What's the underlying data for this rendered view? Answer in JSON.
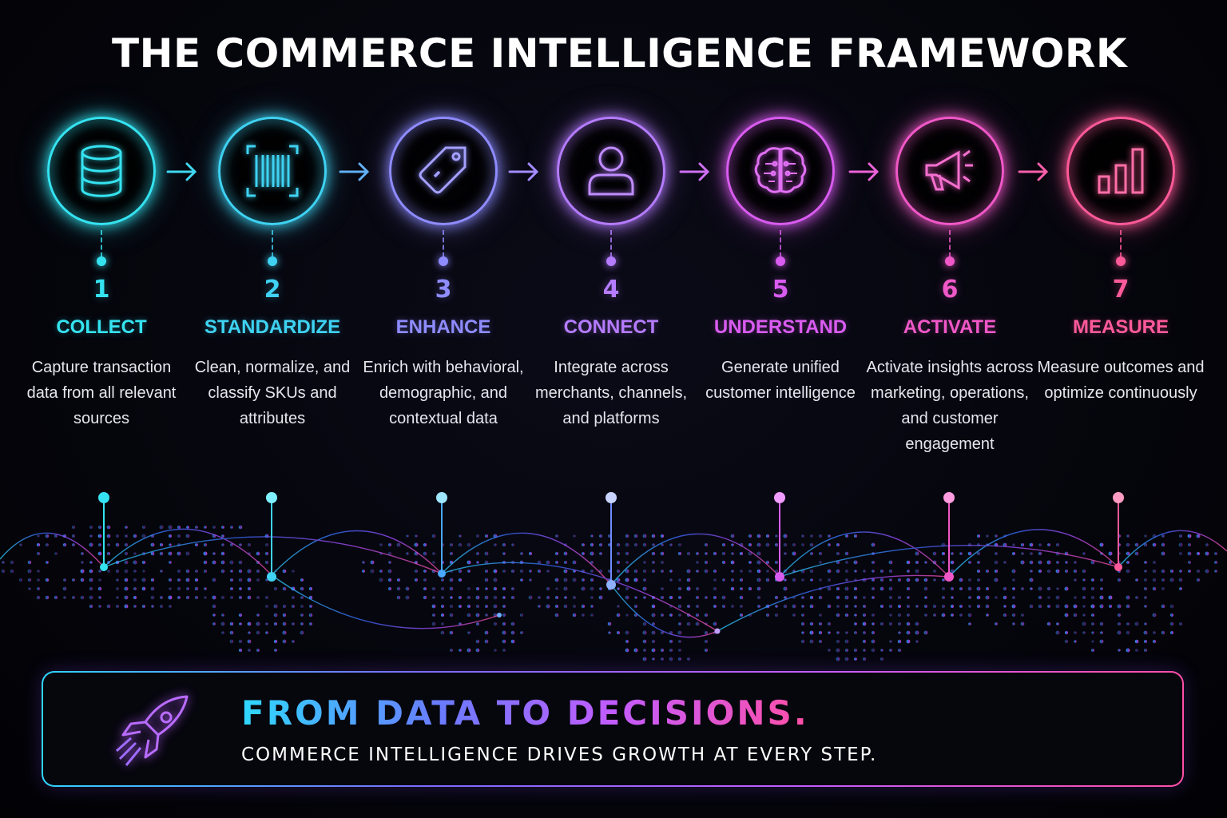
{
  "title": "THE COMMERCE INTELLIGENCE FRAMEWORK",
  "steps": [
    {
      "number": "1",
      "label": "COLLECT",
      "description": "Capture transaction data from all relevant sources",
      "icon": "database-icon",
      "color": "#35e3f0"
    },
    {
      "number": "2",
      "label": "STANDARDIZE",
      "description": "Clean, normalize, and classify SKUs and attributes",
      "icon": "barcode-icon",
      "color": "#3fd2f2"
    },
    {
      "number": "3",
      "label": "ENHANCE",
      "description": "Enrich with behavioral, demographic, and contextual data",
      "icon": "tag-icon",
      "color": "#8f8cff"
    },
    {
      "number": "4",
      "label": "CONNECT",
      "description": "Integrate across merchants, channels, and platforms",
      "icon": "user-icon",
      "color": "#b57cff"
    },
    {
      "number": "5",
      "label": "UNDERSTAND",
      "description": "Generate unified customer intelligence",
      "icon": "brain-icon",
      "color": "#d95cf0"
    },
    {
      "number": "6",
      "label": "ACTIVATE",
      "description": "Activate insights across marketing, operations, and customer engagement",
      "icon": "megaphone-icon",
      "color": "#f058c8"
    },
    {
      "number": "7",
      "label": "MEASURE",
      "description": "Measure outcomes and optimize continuously",
      "icon": "bar-chart-icon",
      "color": "#ff5a9a"
    }
  ],
  "banner": {
    "headline": "FROM  DATA TO DECISIONS.",
    "subline": "COMMERCE INTELLIGENCE DRIVES GROWTH AT EVERY STEP.",
    "icon": "rocket-icon"
  }
}
